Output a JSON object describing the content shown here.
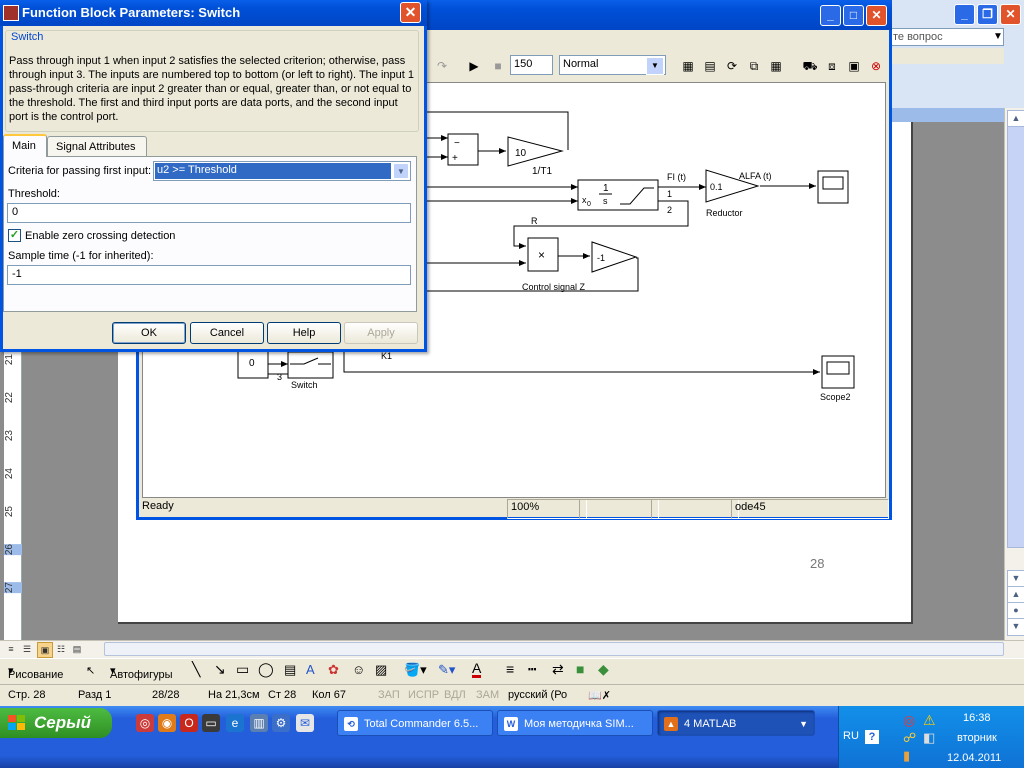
{
  "word": {
    "help_box": "те вопрос",
    "page_number": "28",
    "ruler_marks": [
      "21",
      "22",
      "23",
      "24",
      "25",
      "26",
      "27"
    ],
    "draw_toolbar": {
      "drawing": "Рисование",
      "autoshapes": "Автофигуры"
    },
    "status": {
      "page": "Стр. 28",
      "section": "Разд 1",
      "pages": "28/28",
      "at": "На 21,3см",
      "line": "Ст 28",
      "col": "Кол 67",
      "rec": "ЗАП",
      "trk": "ИСПР",
      "ext": "ВДЛ",
      "ovr": "ЗАМ",
      "lang": "русский (Ро"
    }
  },
  "simulink": {
    "stop_time": "150",
    "sim_mode": "Normal",
    "status": {
      "ready": "Ready",
      "zoom": "100%",
      "solver": "ode45"
    },
    "blocks": {
      "gain_t1_value": "10",
      "gain_t1_label": "1/T1",
      "integrator_num": "1",
      "integrator_den": "s",
      "integrator_x0": "x",
      "integrator_x0_sub": "0",
      "fi_label": "FI (t)",
      "port1": "1",
      "port2": "2",
      "reductor_value": "0.1",
      "reductor_label": "Reductor",
      "alfa_label": "ALFA (t)",
      "r_label": "R",
      "product_symbol": "×",
      "gain_neg_value": "-1",
      "control_label": "Control signal Z",
      "sum_minus": "−",
      "sum_plus": "+",
      "const_value": "0",
      "switch_port3": "3",
      "switch_label": "Switch",
      "k1_label": "K1",
      "scope2_label": "Scope2"
    }
  },
  "dialog": {
    "title": "Function Block Parameters: Switch",
    "group_label": "Switch",
    "description": "Pass through input 1 when input 2 satisfies the selected criterion; otherwise, pass through input 3.  The inputs are numbered top to bottom (or left to right). The input 1 pass-through criteria are input 2 greater than or equal, greater than, or not equal to the threshold.  The first and third input ports are data ports, and the second input port is the control port.",
    "tabs": [
      "Main",
      "Signal Attributes"
    ],
    "criteria_label": "Criteria for passing first input:",
    "criteria_value": "u2 >= Threshold",
    "threshold_label": "Threshold:",
    "threshold_value": "0",
    "zero_crossing_label": "Enable zero crossing detection",
    "zero_crossing_checked": true,
    "sample_time_label": "Sample time (-1 for inherited):",
    "sample_time_value": "-1",
    "buttons": {
      "ok": "OK",
      "cancel": "Cancel",
      "help": "Help",
      "apply": "Apply"
    }
  },
  "taskbar": {
    "start": "Серый",
    "tasks": [
      "Total Commander 6.5...",
      "Моя методичка SIM...",
      "4 MATLAB"
    ],
    "lang": "RU",
    "time": "16:38",
    "day": "вторник",
    "date": "12.04.2011"
  },
  "colors": {
    "xp_blue": "#0054e3",
    "selection": "#316ac5",
    "taskbar": "#245edb",
    "start_green": "#3c9d2f"
  }
}
